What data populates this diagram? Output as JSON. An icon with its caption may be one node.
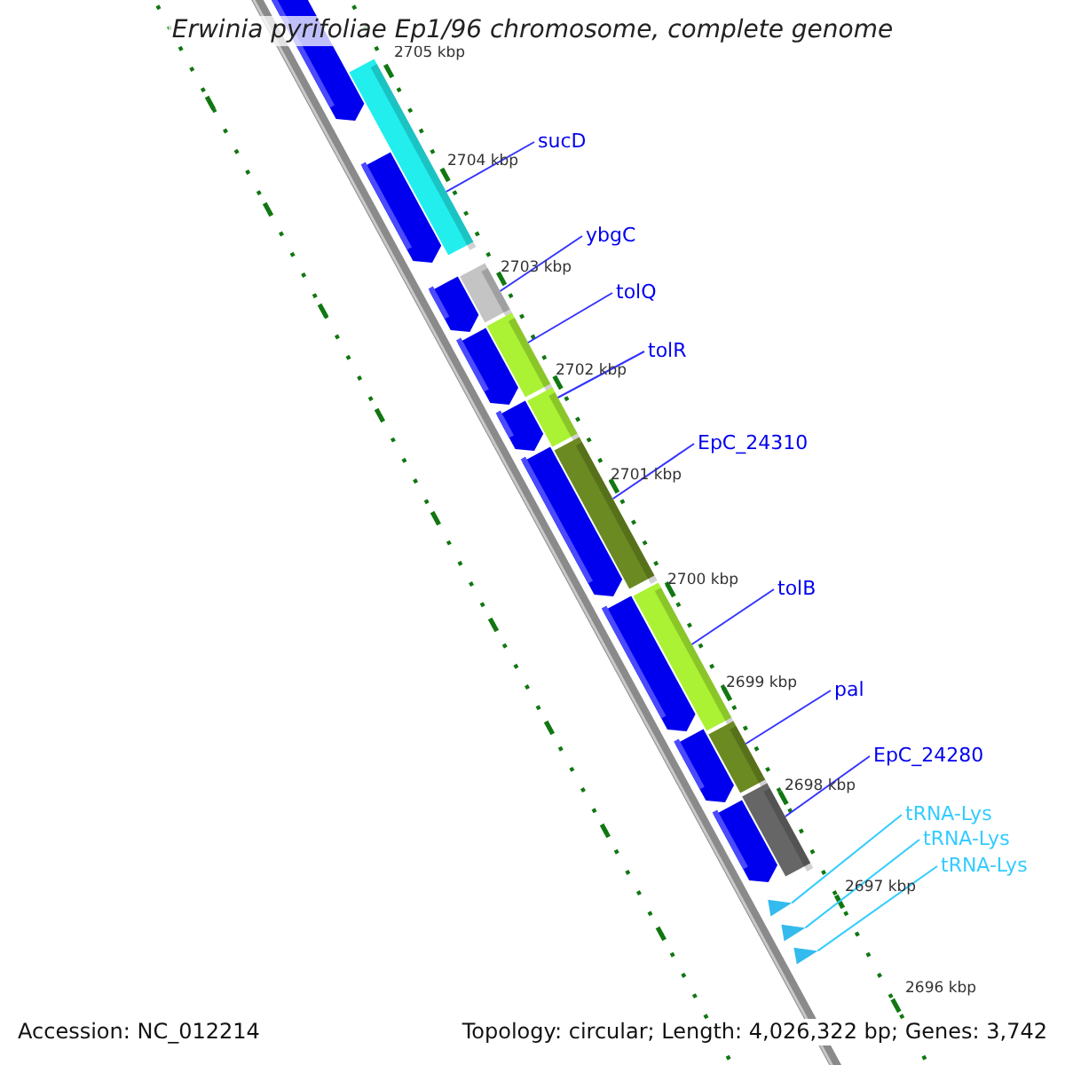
{
  "diagram": {
    "title": "Erwinia pyrifoliae Ep1/96 chromosome, complete genome",
    "nodes": [
      {
        "text": [
          "sucD"
        ]
      },
      {
        "text": [
          "ybgC"
        ]
      },
      {
        "text": [
          "tolQ"
        ]
      },
      {
        "text": [
          "tolR"
        ]
      },
      {
        "text": [
          "EpC_24310"
        ]
      },
      {
        "text": [
          "tolB"
        ]
      },
      {
        "text": [
          "pal"
        ]
      },
      {
        "text": [
          "EpC_24280"
        ]
      },
      {
        "text": [
          "tRNA-Lys"
        ]
      },
      {
        "text": [
          "tRNA-Lys"
        ]
      },
      {
        "text": [
          "tRNA-Lys"
        ]
      },
      {
        "text": [],
        "shape": "bar"
      },
      {
        "text": [],
        "shape": "bar"
      },
      {
        "text": [],
        "shape": "bar"
      },
      {
        "text": [],
        "shape": "bar"
      },
      {
        "text": [],
        "shape": "bar"
      },
      {
        "text": [],
        "shape": "bar"
      },
      {
        "text": [],
        "shape": "bar"
      },
      {
        "text": [],
        "shape": "bar"
      },
      {
        "text": [],
        "shape": "triangle"
      },
      {
        "text": [],
        "shape": "triangle"
      },
      {
        "text": [],
        "shape": "triangle"
      }
    ],
    "edges": [
      {
        "from": 0,
        "to": 11,
        "arrow": "none"
      },
      {
        "from": 1,
        "to": 12,
        "arrow": "none"
      },
      {
        "from": 2,
        "to": 13,
        "arrow": "none"
      },
      {
        "from": 3,
        "to": 14,
        "arrow": "none"
      },
      {
        "from": 4,
        "to": 15,
        "arrow": "none"
      },
      {
        "from": 5,
        "to": 16,
        "arrow": "none"
      },
      {
        "from": 6,
        "to": 17,
        "arrow": "none"
      },
      {
        "from": 7,
        "to": 18,
        "arrow": "none"
      },
      {
        "from": 8,
        "to": 19,
        "arrow": "none",
        "color": "#33ccff"
      },
      {
        "from": 9,
        "to": 20,
        "arrow": "none",
        "color": "#33ccff"
      },
      {
        "from": 10,
        "to": 21,
        "arrow": "none",
        "color": "#33ccff"
      }
    ],
    "labels": [
      "2705 kbp",
      "2704 kbp",
      "2703 kbp",
      "2702 kbp",
      "2701 kbp",
      "2700 kbp",
      "2699 kbp",
      "2698 kbp",
      "2697 kbp",
      "2696 kbp",
      "Accession: NC_012214",
      "Topology: circular; Length: 4,026,322 bp; Genes: 3,742"
    ]
  }
}
